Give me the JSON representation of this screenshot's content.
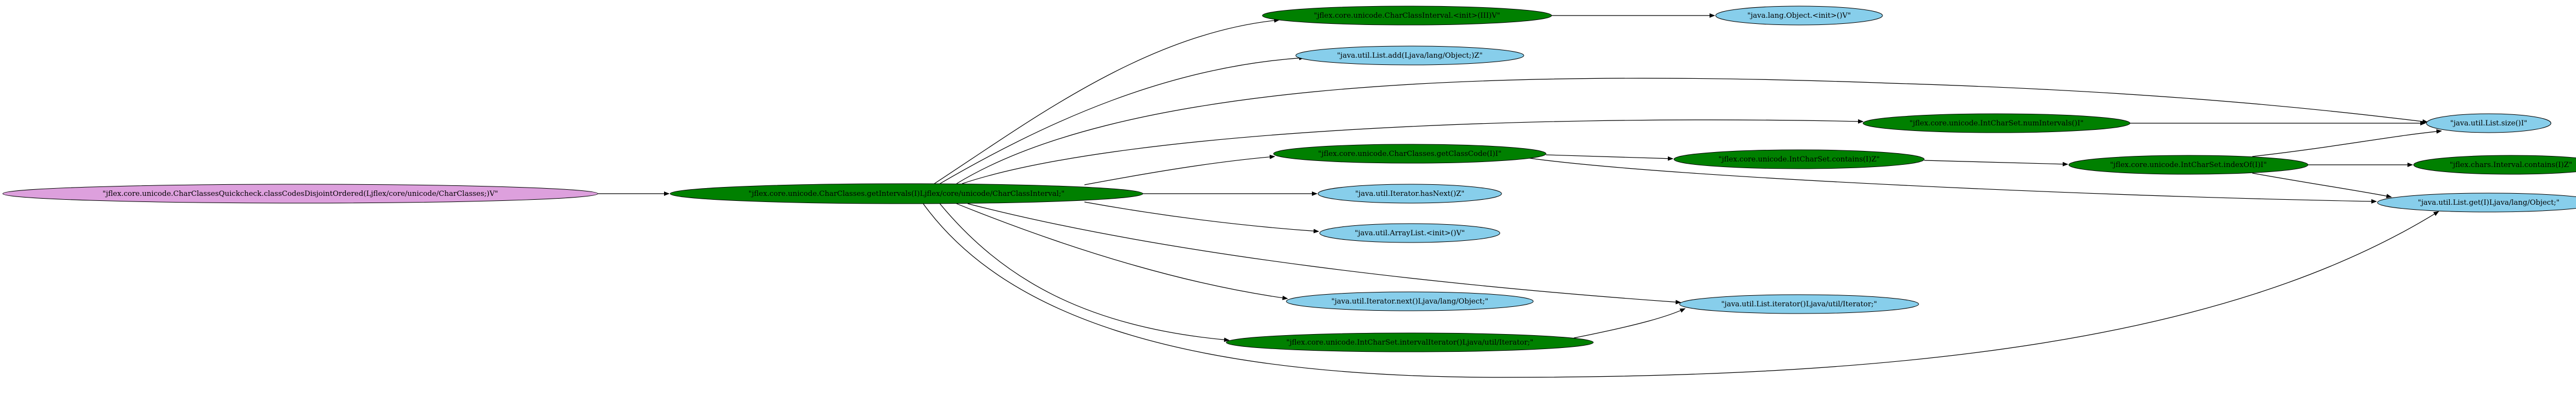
{
  "colors": {
    "violet": "#dda0dd",
    "green": "#008000",
    "blue": "#87ceeb",
    "edge": "#000000"
  },
  "nodes": [
    {
      "id": "root",
      "label": "\"jflex.core.unicode.CharClassesQuickcheck.classCodesDisjointOrdered(Ljflex/core/unicode/CharClasses;)V\"",
      "fill": "violet"
    },
    {
      "id": "getIntervals",
      "label": "\"jflex.core.unicode.CharClasses.getIntervals(I)Ljflex/core/unicode/CharClassInterval;\"",
      "fill": "green"
    },
    {
      "id": "cci_init",
      "label": "\"jflex.core.unicode.CharClassInterval.<init>(III)V\"",
      "fill": "green"
    },
    {
      "id": "obj_init",
      "label": "\"java.lang.Object.<init>()V\"",
      "fill": "blue"
    },
    {
      "id": "list_add",
      "label": "\"java.util.List.add(Ljava/lang/Object;)Z\"",
      "fill": "blue"
    },
    {
      "id": "ics_num",
      "label": "\"jflex.core.unicode.IntCharSet.numIntervals()I\"",
      "fill": "green"
    },
    {
      "id": "list_size",
      "label": "\"java.util.List.size()I\"",
      "fill": "blue"
    },
    {
      "id": "get_class_code",
      "label": "\"jflex.core.unicode.CharClasses.getClassCode(I)I\"",
      "fill": "green"
    },
    {
      "id": "ics_contains",
      "label": "\"jflex.core.unicode.IntCharSet.contains(I)Z\"",
      "fill": "green"
    },
    {
      "id": "ics_index",
      "label": "\"jflex.core.unicode.IntCharSet.indexOf(I)I\"",
      "fill": "green"
    },
    {
      "id": "interval_contains",
      "label": "\"jflex.chars.Interval.contains(I)Z\"",
      "fill": "green"
    },
    {
      "id": "list_get",
      "label": "\"java.util.List.get(I)Ljava/lang/Object;\"",
      "fill": "blue"
    },
    {
      "id": "it_hasnext",
      "label": "\"java.util.Iterator.hasNext()Z\"",
      "fill": "blue"
    },
    {
      "id": "arraylist_init",
      "label": "\"java.util.ArrayList.<init>()V\"",
      "fill": "blue"
    },
    {
      "id": "it_next",
      "label": "\"java.util.Iterator.next()Ljava/lang/Object;\"",
      "fill": "blue"
    },
    {
      "id": "list_iterator",
      "label": "\"java.util.List.iterator()Ljava/util/Iterator;\"",
      "fill": "blue"
    },
    {
      "id": "ics_interval_it",
      "label": "\"jflex.core.unicode.IntCharSet.intervalIterator()Ljava/util/Iterator;\"",
      "fill": "green"
    }
  ],
  "edges": [
    {
      "from": "root",
      "to": "getIntervals"
    },
    {
      "from": "getIntervals",
      "to": "cci_init"
    },
    {
      "from": "getIntervals",
      "to": "list_add"
    },
    {
      "from": "getIntervals",
      "to": "list_size"
    },
    {
      "from": "getIntervals",
      "to": "ics_num"
    },
    {
      "from": "getIntervals",
      "to": "get_class_code"
    },
    {
      "from": "getIntervals",
      "to": "it_hasnext"
    },
    {
      "from": "getIntervals",
      "to": "arraylist_init"
    },
    {
      "from": "getIntervals",
      "to": "list_iterator"
    },
    {
      "from": "getIntervals",
      "to": "it_next"
    },
    {
      "from": "getIntervals",
      "to": "ics_interval_it"
    },
    {
      "from": "getIntervals",
      "to": "list_get"
    },
    {
      "from": "cci_init",
      "to": "obj_init"
    },
    {
      "from": "ics_num",
      "to": "list_size"
    },
    {
      "from": "get_class_code",
      "to": "ics_contains"
    },
    {
      "from": "get_class_code",
      "to": "list_get"
    },
    {
      "from": "ics_contains",
      "to": "ics_index"
    },
    {
      "from": "ics_index",
      "to": "list_size"
    },
    {
      "from": "ics_index",
      "to": "interval_contains"
    },
    {
      "from": "ics_index",
      "to": "list_get"
    },
    {
      "from": "ics_interval_it",
      "to": "list_iterator"
    }
  ]
}
